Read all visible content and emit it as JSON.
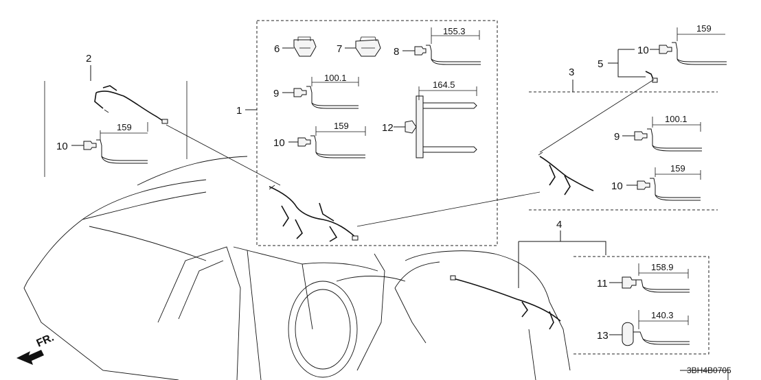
{
  "diagram": {
    "part_code": "3BH4B0705",
    "direction_label": "FR.",
    "callouts": [
      "1",
      "2",
      "3",
      "4",
      "5",
      "6",
      "7",
      "8",
      "9",
      "10",
      "11",
      "12",
      "13"
    ],
    "dimensions": {
      "part8": "155.3",
      "part9": "100.1",
      "part10": "159",
      "part12": "164.5",
      "part11": "158.9",
      "part13": "140.3"
    },
    "icons": [
      "fr-arrow-icon"
    ]
  }
}
